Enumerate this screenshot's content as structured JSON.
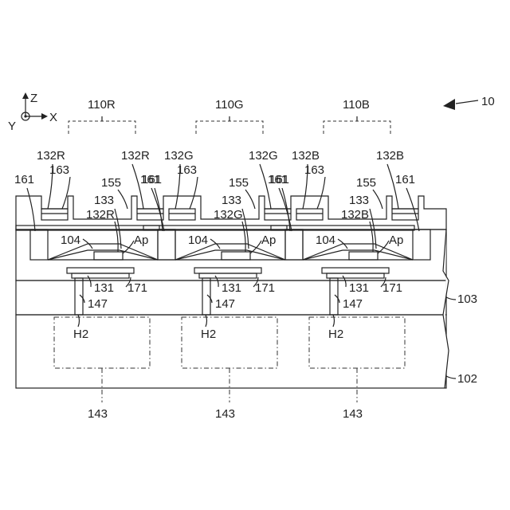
{
  "figure_ref": "10",
  "axes": {
    "z": "Z",
    "x": "X",
    "y": "Y"
  },
  "subpixels": [
    {
      "name": "110R",
      "pixel_label": "132R",
      "light_layer": "132R"
    },
    {
      "name": "110G",
      "pixel_label": "132G",
      "light_layer": "132G"
    },
    {
      "name": "110B",
      "pixel_label": "132B",
      "light_layer": "132B"
    }
  ],
  "labels": {
    "l161": "161",
    "l163": "163",
    "l155": "155",
    "l133": "133",
    "l104": "104",
    "lAp": "Ap",
    "l131": "131",
    "l171": "171",
    "l147": "147",
    "lH2": "H2",
    "l103": "103",
    "l102": "102",
    "l143": "143"
  },
  "colors": {
    "line": "#222222",
    "light_gray": "#e8e8e8",
    "mid_gray": "#bdbdbd",
    "dark_gray": "#8c8c8c",
    "layer_red": "#d9d9d9",
    "layer_green": "#c8c8c8",
    "layer_blue": "#a8a8a8"
  }
}
